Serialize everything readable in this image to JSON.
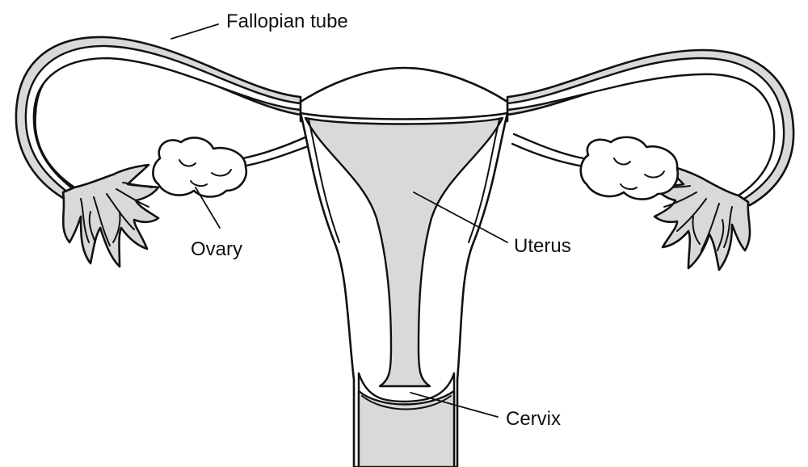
{
  "labels": {
    "fallopian_tube": "Fallopian tube",
    "ovary": "Ovary",
    "uterus": "Uterus",
    "cervix": "Cervix"
  },
  "colors": {
    "line": "#111111",
    "tissue_fill": "#d9d9d9",
    "background": "#ffffff"
  }
}
